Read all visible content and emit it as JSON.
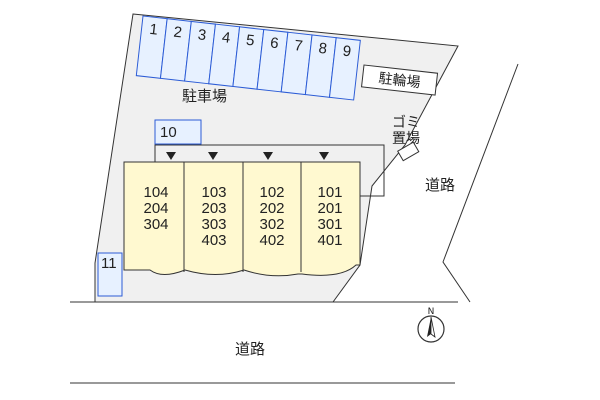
{
  "labels": {
    "parking": "駐車場",
    "bicycle_parking": "駐輪場",
    "garbage_line1": "ゴミ",
    "garbage_line2": "置場",
    "road_east": "道路",
    "road_south": "道路",
    "north": "N"
  },
  "parking_spaces": [
    "1",
    "2",
    "3",
    "4",
    "5",
    "6",
    "7",
    "8",
    "9"
  ],
  "extra_spaces": {
    "space_10": "10",
    "space_11": "11"
  },
  "building_units": [
    {
      "floor1": "104",
      "floor2": "204",
      "floor3": "304",
      "floor4": ""
    },
    {
      "floor1": "103",
      "floor2": "203",
      "floor3": "303",
      "floor4": "403"
    },
    {
      "floor1": "102",
      "floor2": "202",
      "floor3": "302",
      "floor4": "402"
    },
    {
      "floor1": "101",
      "floor2": "201",
      "floor3": "301",
      "floor4": "401"
    }
  ],
  "colors": {
    "lot": "#f0f0f0",
    "parking_fill": "#e7f1ff",
    "parking_stroke": "#2c5cd6",
    "building": "#fff9d0",
    "line": "#333333"
  }
}
